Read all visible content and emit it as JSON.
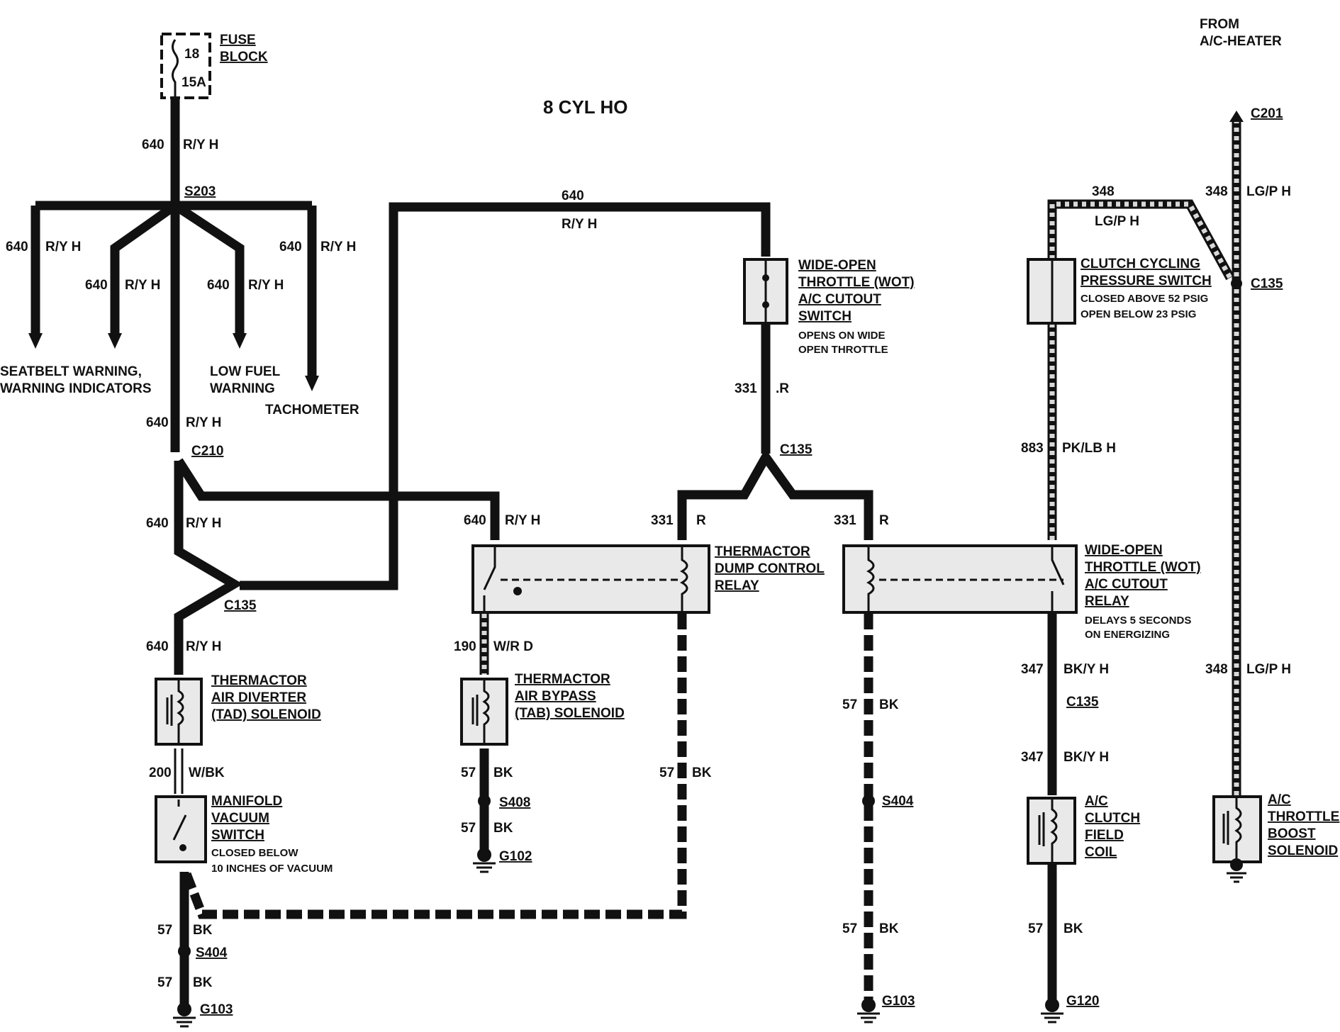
{
  "title": "8 CYL HO",
  "source": {
    "line1": "FROM",
    "line2": "A/C-HEATER"
  },
  "fuse": {
    "line1": "FUSE",
    "line2": "BLOCK",
    "number": "18",
    "rating": "15A"
  },
  "splices": {
    "s203": "S203",
    "s408": "S408",
    "s404": "S404"
  },
  "connectors": {
    "c201": "C201",
    "c135": "C135",
    "c210": "C210"
  },
  "grounds": {
    "g103": "G103",
    "g102": "G102",
    "g120": "G120"
  },
  "wires": {
    "c640": "640",
    "ry": "R/Y H",
    "ry_plain": "R/Y H",
    "c331": "331",
    "r": "R",
    "r_dot": ".R",
    "c190": "190",
    "wrd": "W/R D",
    "c200": "200",
    "wbk": "W/BK",
    "c57": "57",
    "bk": "BK",
    "c348": "348",
    "lgp": "LG/P H",
    "lgp_plain": "LG/P H",
    "c883": "883",
    "pklb": "PK/LB H",
    "c347": "347",
    "bky": "BK/Y H"
  },
  "destinations": {
    "seatbelt1": "SEATBELT WARNING,",
    "seatbelt2": "WARNING INDICATORS",
    "lowfuel1": "LOW FUEL",
    "lowfuel2": "WARNING",
    "tach": "TACHOMETER"
  },
  "components": {
    "wot_switch": [
      "WIDE-OPEN",
      "THROTTLE (WOT)",
      "A/C CUTOUT",
      "SWITCH"
    ],
    "wot_switch_note": [
      "OPENS ON WIDE",
      "OPEN THROTTLE"
    ],
    "ccps": [
      "CLUTCH CYCLING",
      "PRESSURE SWITCH"
    ],
    "ccps_note": [
      "CLOSED ABOVE 52 PSIG",
      "OPEN BELOW 23 PSIG"
    ],
    "tdcr": [
      "THERMACTOR",
      "DUMP CONTROL",
      "RELAY"
    ],
    "wot_relay": [
      "WIDE-OPEN",
      "THROTTLE (WOT)",
      "A/C CUTOUT",
      "RELAY"
    ],
    "wot_relay_note": [
      "DELAYS 5 SECONDS",
      "ON ENERGIZING"
    ],
    "tad": [
      "THERMACTOR",
      "AIR DIVERTER",
      "(TAD) SOLENOID"
    ],
    "tab": [
      "THERMACTOR",
      "AIR BYPASS",
      "(TAB) SOLENOID"
    ],
    "mvs": [
      "MANIFOLD",
      "VACUUM",
      "SWITCH"
    ],
    "mvs_note": [
      "CLOSED BELOW",
      "10 INCHES OF VACUUM"
    ],
    "clutch": [
      "A/C",
      "CLUTCH",
      "FIELD",
      "COIL"
    ],
    "boost": [
      "A/C",
      "THROTTLE",
      "BOOST",
      "SOLENOID"
    ]
  }
}
